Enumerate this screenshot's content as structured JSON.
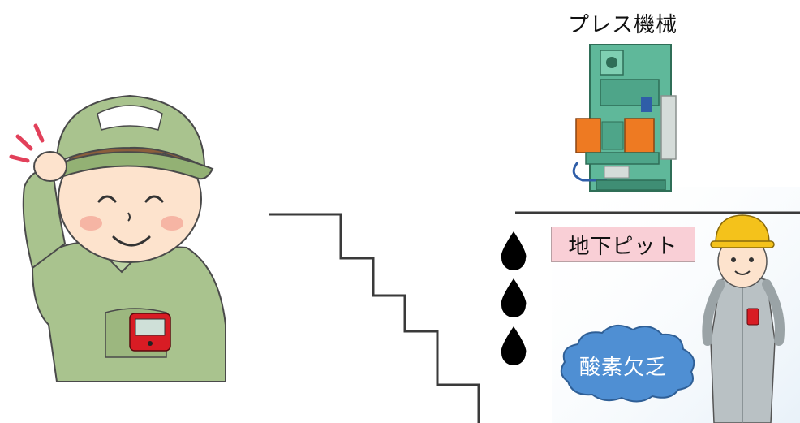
{
  "labels": {
    "press_machine": "プレス機械",
    "underground_pit": "地下ピット",
    "oxygen_deficiency": "酸素欠乏"
  },
  "icons": {
    "worker_left": "worker-scratching-head-icon",
    "worker_right": "worker-hardhat-icon",
    "press": "press-machine-icon",
    "drops": "water-drop-icon",
    "cloud": "cloud-icon",
    "detector": "gas-detector-icon"
  },
  "colors": {
    "uniform": "#a9c38e",
    "cap": "#a9c38e",
    "hardhat": "#f4c21b",
    "detector": "#d81c24",
    "press_body": "#5fb89a",
    "press_guard": "#ee7a22",
    "cloud": "#4f8fd3",
    "pit_label_bg": "#f9cfd6",
    "line": "#3a3a3a"
  }
}
